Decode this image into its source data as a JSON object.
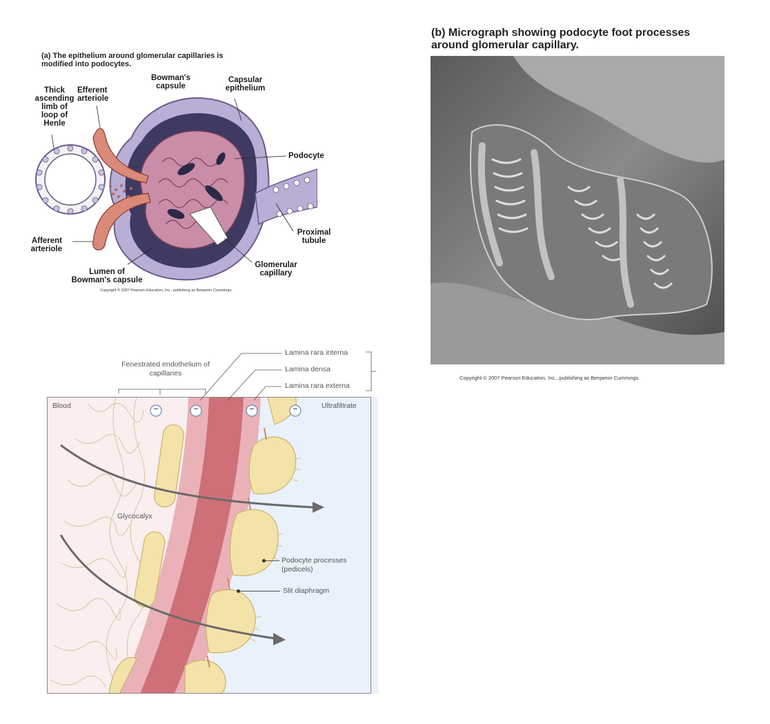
{
  "panel_a": {
    "caption_letter": "(a)",
    "caption": "The epithelium around glomerular capillaries is modified into podocytes.",
    "labels": {
      "thick_ascending": "Thick ascending limb of loop of Henle",
      "efferent": "Efferent arteriole",
      "bowmans_capsule": "Bowman's capsule",
      "capsular_epithelium": "Capsular epithelium",
      "podocyte": "Podocyte",
      "proximal_tubule": "Proximal tubule",
      "afferent": "Afferent arteriole",
      "lumen": "Lumen of Bowman's capsule",
      "glomerular_capillary": "Glomerular capillary"
    },
    "copyright": "Copyright © 2007 Pearson Education, Inc., publishing as Benjamin Cummings."
  },
  "panel_b": {
    "caption_letter": "(b)",
    "caption": "Micrograph showing podocyte foot processes around glomerular capillary.",
    "copyright": "Copyright © 2007 Pearson Education, Inc., publishing as Benjamin Cummings."
  },
  "panel_c": {
    "labels": {
      "fenestrated": "Fenestrated endothelium of capillaries",
      "lamina_rara_interna": "Lamina rara interna",
      "lamina_densa": "Lamina densa",
      "lamina_rara_externa": "Lamina rara externa",
      "blood": "Blood",
      "ultrafiltrate": "Ultrafiltrate",
      "glycocalyx": "Glycocalyx",
      "podocyte_processes": "Podocyte processes (pedicels)",
      "slit_diaphragm": "Slit diaphragm",
      "charge": "−"
    }
  },
  "colors": {
    "capsule": "#b9aed6",
    "capsule_dark": "#3e3a62",
    "podocyte": "#c98da8",
    "artery": "#d98a78",
    "lamina_densa": "#cf6f78",
    "lamina_rara": "#eab2b8",
    "pedicel": "#f4e3a8",
    "ultrafiltrate": "#e9f1fa",
    "blood": "#faeeee"
  }
}
